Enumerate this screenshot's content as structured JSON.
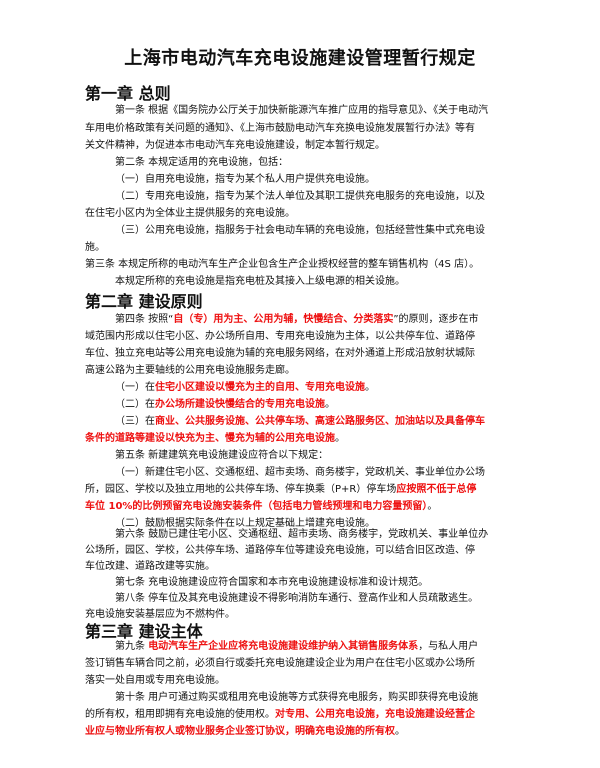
{
  "title": "上海市电动汽车充电设施建设管理暂行规定",
  "chapters": [
    {
      "heading": "第一章 总则"
    },
    {
      "heading": "第二章 建设原则"
    },
    {
      "heading": "第三章 建设主体"
    }
  ],
  "lines": [
    [
      "第一条 根据《国务院办公厅关于加快新能源汽车推广应用的指导意见》、《关于电动汽"
    ],
    [
      "车用电价格政策有关问题的通知》、《上海市鼓励电动汽车充换电设施发展暂行办法》等有"
    ],
    [
      "关文件精神，为促进本市电动汽车充电设施建设，制定本暂行规定。"
    ],
    [
      "第二条 本规定适用的充电设施，包括："
    ],
    [
      "（一）自用充电设施，指专为某个私人用户提供充电设施。"
    ],
    [
      "（二）专用充电设施，指专为某个法人单位及其职工提供充电服务的充电设施，以及"
    ],
    [
      "在住宅小区内为全体业主提供服务的充电设施。"
    ],
    [
      "（三）公用充电设施，指服务于社会电动车辆的充电设施，包括经营性集中式充电设"
    ],
    [
      "施。"
    ],
    [
      "第三条 本规定所称的电动汽车生产企业包含生产企业授权经营的整车销售机构（4S 店）。"
    ],
    [
      "本规定所称的充电设施是指充电桩及其接入上级电源的相关设施。"
    ],
    [
      "第四条 按照“",
      "自（专）用为主、公用为辅，快慢结合、分类落实",
      "”的原则，逐步在市"
    ],
    [
      "域范围内形成以住宅小区、办公场所自用、专用充电设施为主体，以公共停车位、道路停"
    ],
    [
      "车位、独立充电站等公用充电设施为辅的充电服务网络，在对外通道上形成沿放射状城际"
    ],
    [
      "高速公路为主要轴线的公用充电设施服务走廊。"
    ],
    [
      "（一）在",
      "住宅小区建设以慢充为主的自用、专用充电设施",
      "。"
    ],
    [
      "（二）在",
      "办公场所建设快慢结合的专用充电设施",
      "。"
    ],
    [
      "（三）在",
      "商业、公共服务设施、公共停车场、高速公路服务区、加油站以及具备停车"
    ],
    [
      "",
      "条件的道路等建设以快充为主、慢充为辅的公用充电设施",
      "。"
    ],
    [
      "第五条 新建建筑充电设施建设应符合以下规定："
    ],
    [
      "（一）新建住宅小区、交通枢纽、超市卖场、商务楼宇，党政机关、事业单位办公场"
    ],
    [
      "所，园区、学校以及独立用地的公共停车场、停车换乘（P+R）停车场",
      "应按照不低于总停"
    ],
    [
      "",
      "车位 10%的比例预留充电设施安装条件（包括电力管线预埋和电力容量预留）",
      "。"
    ],
    [
      "（二）鼓励根据实际条件在以上规定基础上增建充电设施。"
    ],
    [
      "第六条 鼓励已建住宅小区、交通枢纽、超市卖场、商务楼宇，党政机关、事业单位办"
    ],
    [
      "公场所，园区、学校，公共停车场、道路停车位等建设充电设施，可以结合旧区改造、停"
    ],
    [
      "车位改建、道路改建等实施。"
    ],
    [
      "第七条 充电设施建设应符合国家和本市充电设施建设标准和设计规范。"
    ],
    [
      "第八条 停车位及其充电设施建设不得影响消防车通行、登高作业和人员疏散逃生。"
    ],
    [
      "充电设施安装基层应为不燃构件。"
    ],
    [
      "第九条 ",
      "电动汽车生产企业应将充电设施建设维护纳入其销售服务体系",
      "，与私人用户"
    ],
    [
      "签订销售车辆合同之前，必须自行或委托充电设施建设企业为用户在住宅小区或办公场所"
    ],
    [
      "落实一处自用或专用充电设施。"
    ],
    [
      "第十条 用户可通过购买或租用充电设施等方式获得充电服务，购买即获得充电设施"
    ],
    [
      "的所有权，租用即拥有充电设施的使用权。",
      "对专用、公用充电设施，充电设施建设经营企"
    ],
    [
      "",
      "业应与物业所有权人或物业服务企业签订协议，明确充电设施的所有权",
      "。"
    ]
  ]
}
